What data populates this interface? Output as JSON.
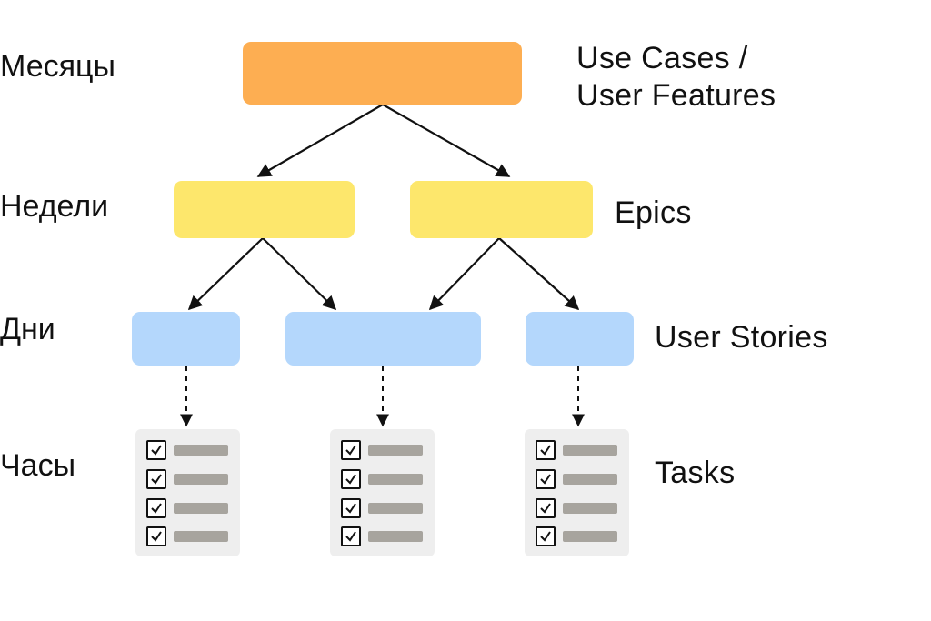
{
  "levels_left": [
    "Месяцы",
    "Недели",
    "Дни",
    "Часы"
  ],
  "levels_right": {
    "use_cases": "Use Cases /",
    "user_features": "User Features",
    "epics": "Epics",
    "user_stories": "User Stories",
    "tasks": "Tasks"
  },
  "colors": {
    "use_case_node": "#fdae52",
    "epic_node": "#fde76c",
    "story_node": "#b4d7fc",
    "task_card": "#eeeeee",
    "task_bar": "#a7a49e",
    "arrow": "#111111"
  },
  "icons": {
    "task_checkbox": "checkbox-checked-icon",
    "arrow": "arrow-down-icon"
  },
  "task_cards": [
    {
      "tasks_checked": [
        true,
        true,
        true,
        true
      ]
    },
    {
      "tasks_checked": [
        true,
        true,
        true,
        true
      ]
    },
    {
      "tasks_checked": [
        true,
        true,
        true,
        true
      ]
    }
  ]
}
